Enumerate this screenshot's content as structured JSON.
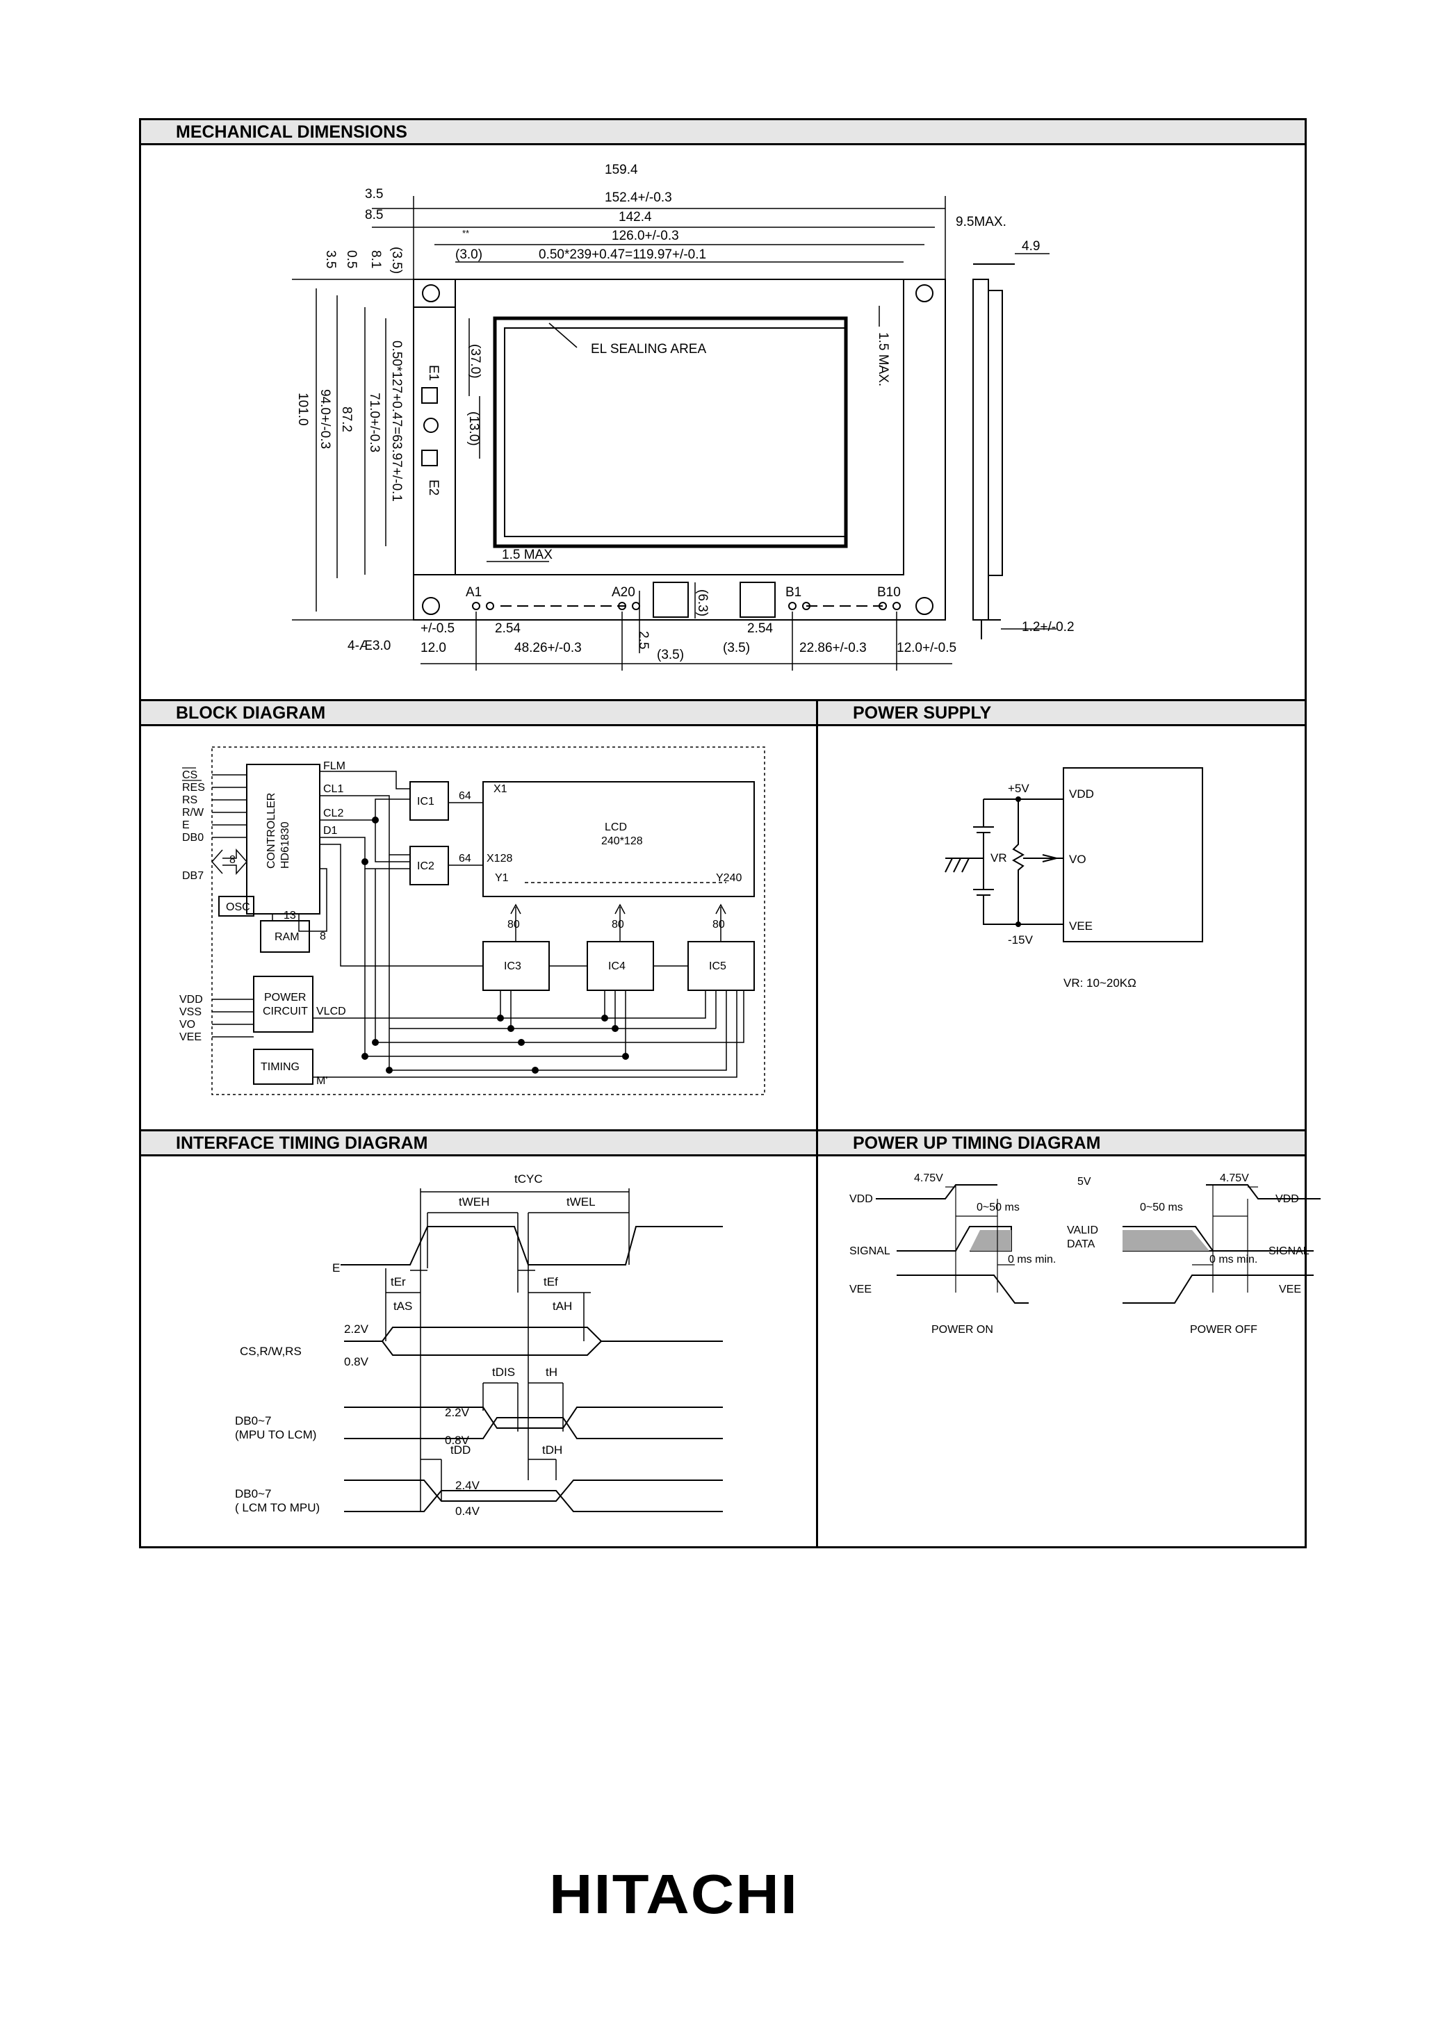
{
  "sections": {
    "mechanical": "MECHANICAL DIMENSIONS",
    "block": "BLOCK DIAGRAM",
    "power_supply": "POWER SUPPLY",
    "interface_timing": "INTERFACE TIMING DIAGRAM",
    "power_up_timing": "POWER UP TIMING DIAGRAM"
  },
  "mech": {
    "w_159_4": "159.4",
    "w_152_4": "152.4+/-0.3",
    "w_142_4": "142.4",
    "w_126_0": "126.0+/-0.3",
    "w_pitch": "0.50*239+0.47=119.97+/-0.1",
    "l_3_5": "3.5",
    "l_8_5": "8.5",
    "l_3_0": "(3.0)",
    "star": "**",
    "max_9_5": "9.5MAX.",
    "d_4_9": "4.9",
    "v_3_5": "3.5",
    "v_0_5": "0.5",
    "v_8_1": "8.1",
    "v_3_5p": "(3.5)",
    "v_101": "101.0",
    "v_94": "94.0+/-0.3",
    "v_87": "87.2",
    "v_71": "71.0+/-0.3",
    "v_pitch": "0.50*127+0.47=63.97+/-0.1",
    "v_37": "(37.0)",
    "v_13": "(13.0)",
    "e1": "E1",
    "e2": "E2",
    "el_area": "EL SEALING AREA",
    "max_1_5_v": "1.5 MAX.",
    "max_1_5_h": "1.5 MAX",
    "a1": "A1",
    "a20": "A20",
    "b1": "B1",
    "b10": "B10",
    "p_6_3": "(6.3)",
    "hole": "4-Æ3.0",
    "tol_0_5": "+/-0.5",
    "b_12_0": "12.0",
    "b_2_54a": "2.54",
    "b_48": "48.26+/-0.3",
    "b_2_5": "2.5",
    "b_3_5a": "(3.5)",
    "b_3_5b": "(3.5)",
    "b_2_54b": "2.54",
    "b_22": "22.86+/-0.3",
    "b_12_0r": "12.0+/-0.5",
    "t_1_2": "1.2+/-0.2"
  },
  "block": {
    "inputs": [
      "CS",
      "RES",
      "RS",
      "R/W",
      "E",
      "DB0"
    ],
    "db7": "DB7",
    "bus8": "8",
    "controller": "CONTROLLER",
    "controller_ic": "HD61830",
    "osc": "OSC",
    "bus13": "13",
    "ram": "RAM",
    "bus8b": "8",
    "flm": "FLM",
    "cl1": "CL1",
    "cl2": "CL2",
    "d1": "D1",
    "ic1": "IC1",
    "ic2": "IC2",
    "ic3": "IC3",
    "ic4": "IC4",
    "ic5": "IC5",
    "b64a": "64",
    "b64b": "64",
    "b80a": "80",
    "b80b": "80",
    "b80c": "80",
    "x1": "X1",
    "x128": "X128",
    "y1": "Y1",
    "y240": "Y240",
    "lcd": "LCD",
    "lcd_res": "240*128",
    "power_in": [
      "VDD",
      "VSS",
      "VO",
      "VEE"
    ],
    "power": "POWER",
    "circuit": "CIRCUIT",
    "vlcd": "VLCD",
    "timing": "TIMING",
    "m": "M'"
  },
  "psu": {
    "p5": "+5V",
    "m15": "-15V",
    "vr": "VR",
    "vdd": "VDD",
    "vo": "VO",
    "vee": "VEE",
    "note": "VR:  10~20KΩ"
  },
  "itd": {
    "tcyc": "tCYC",
    "tweh": "tWEH",
    "twel": "tWEL",
    "e": "E",
    "ter": "tEr",
    "tef": "tEf",
    "tas": "tAS",
    "tah": "tAH",
    "cs": "CS,R/W,RS",
    "v22a": "2.2V",
    "v08a": "0.8V",
    "tdis": "tDIS",
    "th": "tH",
    "db_w1": "DB0~7",
    "db_w2": "(MPU TO LCM)",
    "v22b": "2.2V",
    "v08b": "0.8V",
    "tdd": "tDD",
    "tdh": "tDH",
    "db_r1": "DB0~7",
    "db_r2": "( LCM TO MPU)",
    "v24": "2.4V",
    "v04": "0.4V"
  },
  "putd": {
    "vdd_l": "VDD",
    "v475_l": "4.75V",
    "t050_l": "0~50 ms",
    "signal_l": "SIGNAL",
    "t0_l": "0 ms min.",
    "vee_l": "VEE",
    "power_on": "POWER ON",
    "v5": "5V",
    "valid": "VALID",
    "data": "DATA",
    "vdd_r": "VDD",
    "v475_r": "4.75V",
    "t050_r": "0~50 ms",
    "signal_r": "SIGNAL",
    "t0_r": "0 ms min.",
    "vee_r": "VEE",
    "power_off": "POWER OFF"
  },
  "logo": "HITACHI"
}
